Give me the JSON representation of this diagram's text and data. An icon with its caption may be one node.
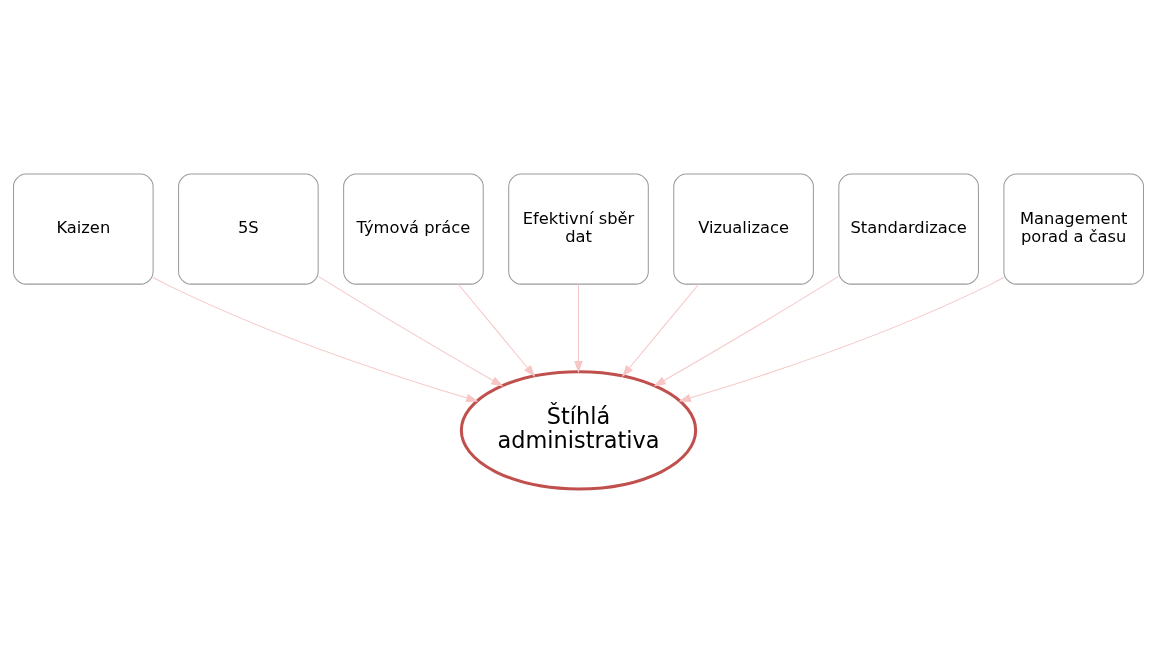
{
  "diagram": {
    "nodes": [
      {
        "text": [
          "Kaizen"
        ]
      },
      {
        "text": [
          "5S"
        ]
      },
      {
        "text": [
          "Týmová práce"
        ]
      },
      {
        "text": [
          "Efektivní sběr dat"
        ]
      },
      {
        "text": [
          "Vizualizace"
        ]
      },
      {
        "text": [
          "Standardizace"
        ]
      },
      {
        "text": [
          "Management porad a času"
        ]
      },
      {
        "text": [
          "Štíhlá administrativa"
        ]
      }
    ],
    "edges": [
      {
        "from": 0,
        "to": 7,
        "arrow": "to"
      },
      {
        "from": 1,
        "to": 7,
        "arrow": "to"
      },
      {
        "from": 2,
        "to": 7,
        "arrow": "to"
      },
      {
        "from": 3,
        "to": 7,
        "arrow": "to"
      },
      {
        "from": 4,
        "to": 7,
        "arrow": "to"
      },
      {
        "from": 5,
        "to": 7,
        "arrow": "to"
      },
      {
        "from": 6,
        "to": 7,
        "arrow": "to"
      }
    ]
  }
}
